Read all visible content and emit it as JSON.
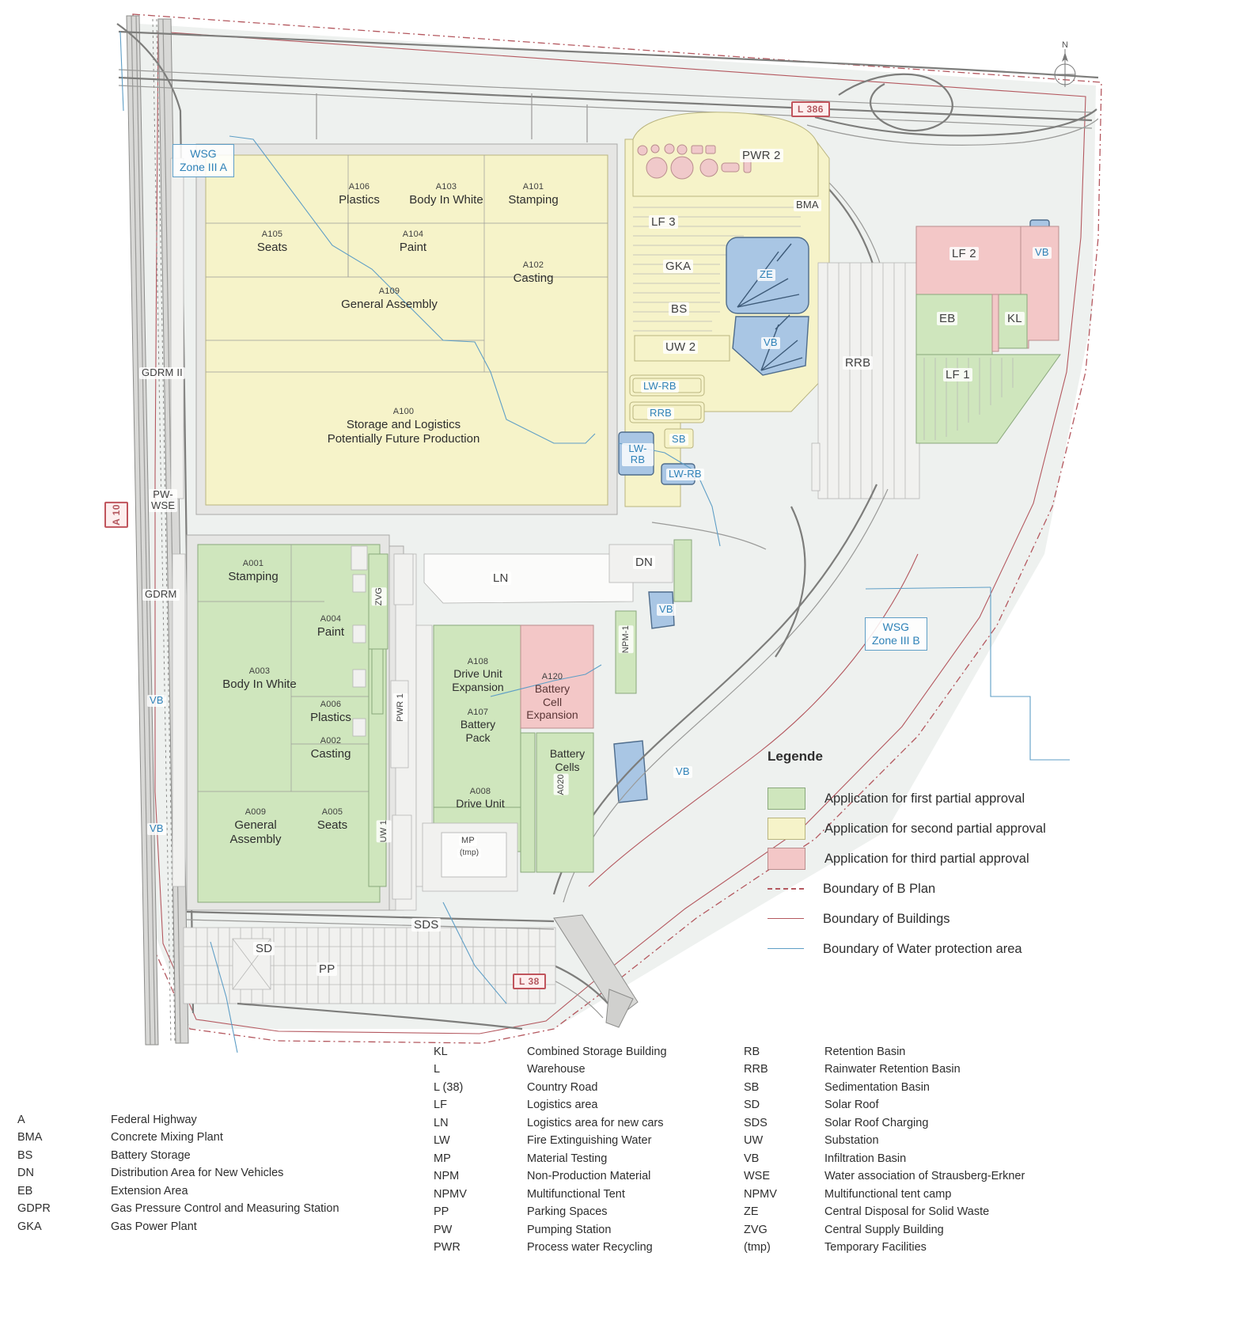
{
  "north_label": "N",
  "road_shields": [
    {
      "id": "a10",
      "label": "A 10"
    },
    {
      "id": "l386",
      "label": "L 386"
    },
    {
      "id": "l38",
      "label": "L 38"
    }
  ],
  "water_protection_zones": [
    {
      "id": "wsg-a",
      "line1": "WSG",
      "line2": "Zone III A"
    },
    {
      "id": "wsg-b",
      "line1": "WSG",
      "line2": "Zone III B"
    }
  ],
  "buildings_second_approval": [
    {
      "code": "A106",
      "name": "Plastics"
    },
    {
      "code": "A103",
      "name": "Body In White"
    },
    {
      "code": "A101",
      "name": "Stamping"
    },
    {
      "code": "A105",
      "name": "Seats"
    },
    {
      "code": "A104",
      "name": "Paint"
    },
    {
      "code": "A102",
      "name": "Casting"
    },
    {
      "code": "A109",
      "name": "General Assembly"
    },
    {
      "code": "A100",
      "name": "Storage and Logistics Potentially Future Production",
      "name_line1": "Storage and Logistics",
      "name_line2": "Potentially Future Production"
    }
  ],
  "buildings_first_approval": [
    {
      "code": "A001",
      "name": "Stamping"
    },
    {
      "code": "A004",
      "name": "Paint"
    },
    {
      "code": "A003",
      "name": "Body In White"
    },
    {
      "code": "A006",
      "name": "Plastics"
    },
    {
      "code": "A002",
      "name": "Casting"
    },
    {
      "code": "A009",
      "name": "General Assembly",
      "name_line1": "General",
      "name_line2": "Assembly"
    },
    {
      "code": "A005",
      "name": "Seats"
    },
    {
      "code": "A108",
      "name": "Drive Unit Expansion",
      "name_line1": "Drive Unit",
      "name_line2": "Expansion"
    },
    {
      "code": "A107",
      "name": "Battery Pack",
      "name_line1": "Battery",
      "name_line2": "Pack"
    },
    {
      "code": "A008",
      "name": "Drive Unit"
    },
    {
      "code": "A020",
      "name": "Battery Cells",
      "name_line1": "Battery",
      "name_line2": "Cells"
    }
  ],
  "buildings_third_approval": [
    {
      "code": "A120",
      "name": "Battery Cell Expansion",
      "name_line1": "Battery",
      "name_line2": "Cell",
      "name_line3": "Expansion"
    }
  ],
  "facility_tags": [
    "PWR 2",
    "BMA",
    "LF 3",
    "GKA",
    "BS",
    "UW 2",
    "LW-RB",
    "RRB",
    "SB",
    "LW-RB",
    "RRB",
    "LF 1",
    "LF 2",
    "EB",
    "KL",
    "ZE",
    "VB",
    "VB",
    "VB",
    "VB",
    "VB",
    "DN",
    "LN",
    "ZVG",
    "PWR 1",
    "UW 1",
    "MP",
    "(tmp)",
    "NPM-1",
    "SD",
    "SDS",
    "PP",
    "GDRM II",
    "GDRM",
    "PW-WSE"
  ],
  "legend": {
    "title": "Legende",
    "items": [
      {
        "kind": "swatch",
        "color": "#cfe6bd",
        "border": "#8aa87c",
        "label": "Application for first partial approval"
      },
      {
        "kind": "swatch",
        "color": "#f6f3c9",
        "border": "#b9b47e",
        "label": "Application for second partial approval"
      },
      {
        "kind": "swatch",
        "color": "#f3c7c7",
        "border": "#b98d8d",
        "label": "Application for third partial approval"
      },
      {
        "kind": "dashed",
        "color": "#b4585f",
        "label": "Boundary of B Plan"
      },
      {
        "kind": "solid",
        "color": "#b4585f",
        "label": "Boundary of Buildings"
      },
      {
        "kind": "solid",
        "color": "#5e9ec6",
        "label": "Boundary of Water protection area"
      }
    ]
  },
  "abbreviations": {
    "col1": [
      {
        "key": "A",
        "value": "Federal Highway"
      },
      {
        "key": "BMA",
        "value": "Concrete Mixing Plant"
      },
      {
        "key": "BS",
        "value": "Battery Storage"
      },
      {
        "key": "DN",
        "value": "Distribution Area for New Vehicles"
      },
      {
        "key": "EB",
        "value": "Extension Area"
      },
      {
        "key": "GDPR",
        "value": "Gas Pressure Control and Measuring Station"
      },
      {
        "key": "GKA",
        "value": "Gas Power Plant"
      }
    ],
    "col2": [
      {
        "key": "KL",
        "value": "Combined Storage Building"
      },
      {
        "key": "L",
        "value": "Warehouse"
      },
      {
        "key": "L (38)",
        "value": "Country Road"
      },
      {
        "key": "LF",
        "value": "Logistics area"
      },
      {
        "key": "LN",
        "value": "Logistics area for new cars"
      },
      {
        "key": "LW",
        "value": "Fire Extinguishing Water"
      },
      {
        "key": "MP",
        "value": "Material Testing"
      },
      {
        "key": "NPM",
        "value": "Non-Production Material"
      },
      {
        "key": "NPMV",
        "value": "Multifunctional Tent"
      },
      {
        "key": "PP",
        "value": "Parking Spaces"
      },
      {
        "key": "PW",
        "value": "Pumping Station"
      },
      {
        "key": "PWR",
        "value": "Process water Recycling"
      }
    ],
    "col3": [
      {
        "key": "RB",
        "value": "Retention Basin"
      },
      {
        "key": "RRB",
        "value": "Rainwater Retention Basin"
      },
      {
        "key": "SB",
        "value": "Sedimentation Basin"
      },
      {
        "key": "SD",
        "value": "Solar Roof"
      },
      {
        "key": "SDS",
        "value": "Solar Roof Charging"
      },
      {
        "key": "UW",
        "value": "Substation"
      },
      {
        "key": "VB",
        "value": "Infiltration Basin"
      },
      {
        "key": "WSE",
        "value": "Water association of Strausberg-Erkner"
      },
      {
        "key": "NPMV",
        "value": "Multifunctional tent camp"
      },
      {
        "key": "ZE",
        "value": "Central Disposal for Solid Waste"
      },
      {
        "key": "ZVG",
        "value": "Central Supply Building"
      },
      {
        "key": "(tmp)",
        "value": "Temporary Facilities"
      }
    ]
  },
  "colors": {
    "first": "#cfe6bd",
    "second": "#f6f3c9",
    "third": "#f3c7c7",
    "bplan": "#b4585f",
    "buildings": "#b4585f",
    "water": "#5e9ec6",
    "basin": "#a9c6e4"
  }
}
